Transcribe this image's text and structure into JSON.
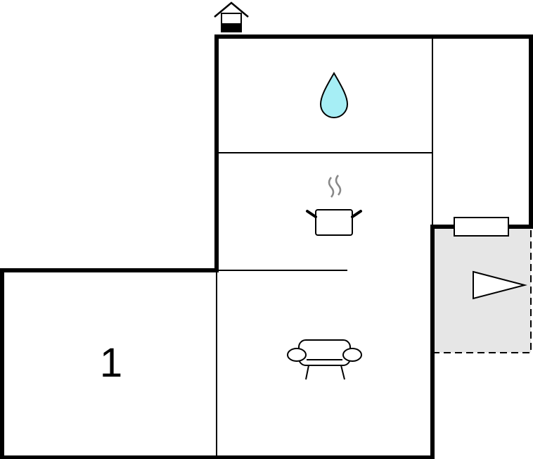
{
  "floorplan": {
    "rooms": [
      {
        "id": "bedroom",
        "label": "1"
      },
      {
        "id": "bathroom",
        "icon": "water-drop-icon"
      },
      {
        "id": "kitchen",
        "icon": "cooking-pot-icon"
      },
      {
        "id": "living-room",
        "icon": "sofa-icon"
      },
      {
        "id": "terrace",
        "icon": "door-arrow-icon"
      }
    ],
    "entrance": {
      "icon": "house-entrance-icon"
    },
    "colors": {
      "wall": "#000000",
      "water": "#a6eef5",
      "terrace": "#e6e6e6",
      "steam": "#888888"
    }
  }
}
